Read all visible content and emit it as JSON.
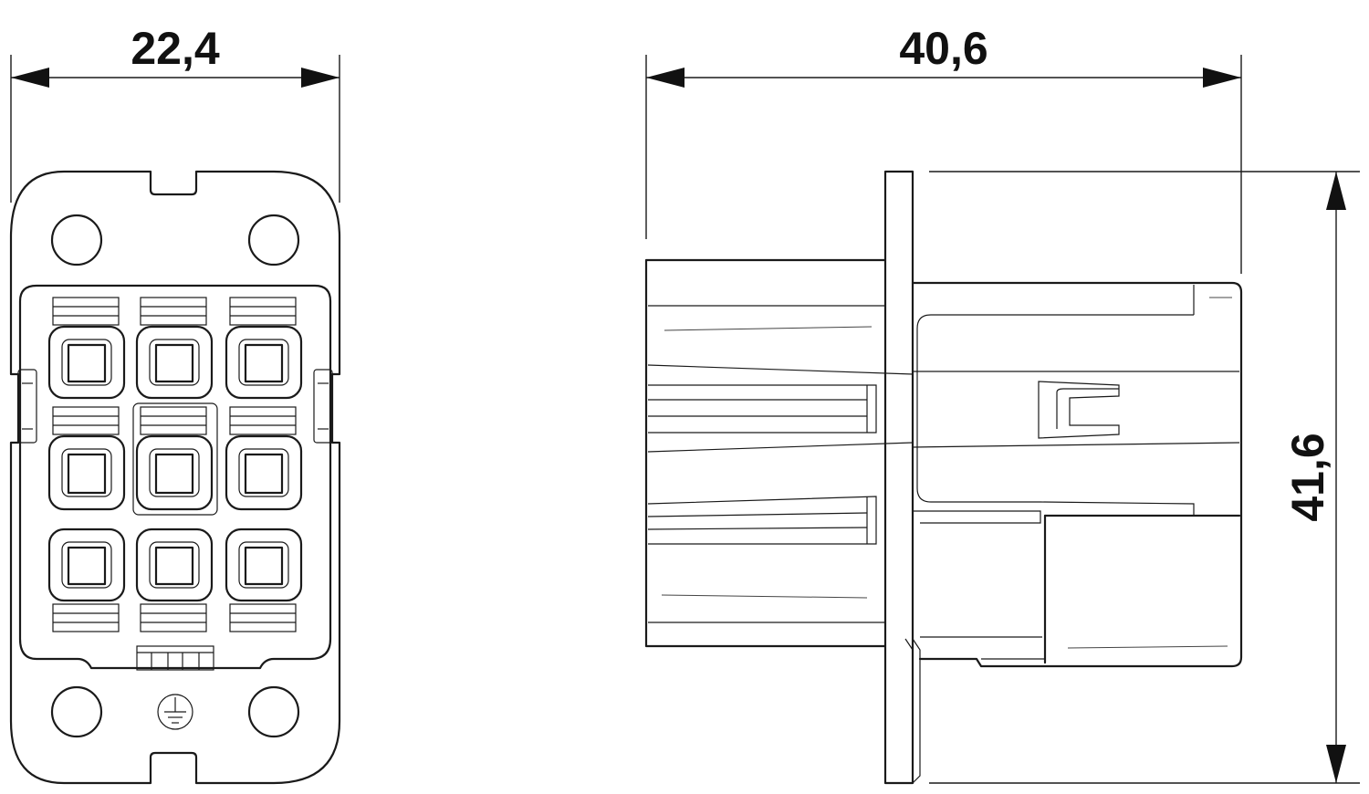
{
  "dimensions": {
    "width_front": "22,4",
    "length_side": "40,6",
    "height_side": "41,6"
  },
  "icons": {
    "ground": "ground-symbol-icon"
  },
  "colors": {
    "line": "#1a1a1a",
    "background": "#ffffff"
  }
}
